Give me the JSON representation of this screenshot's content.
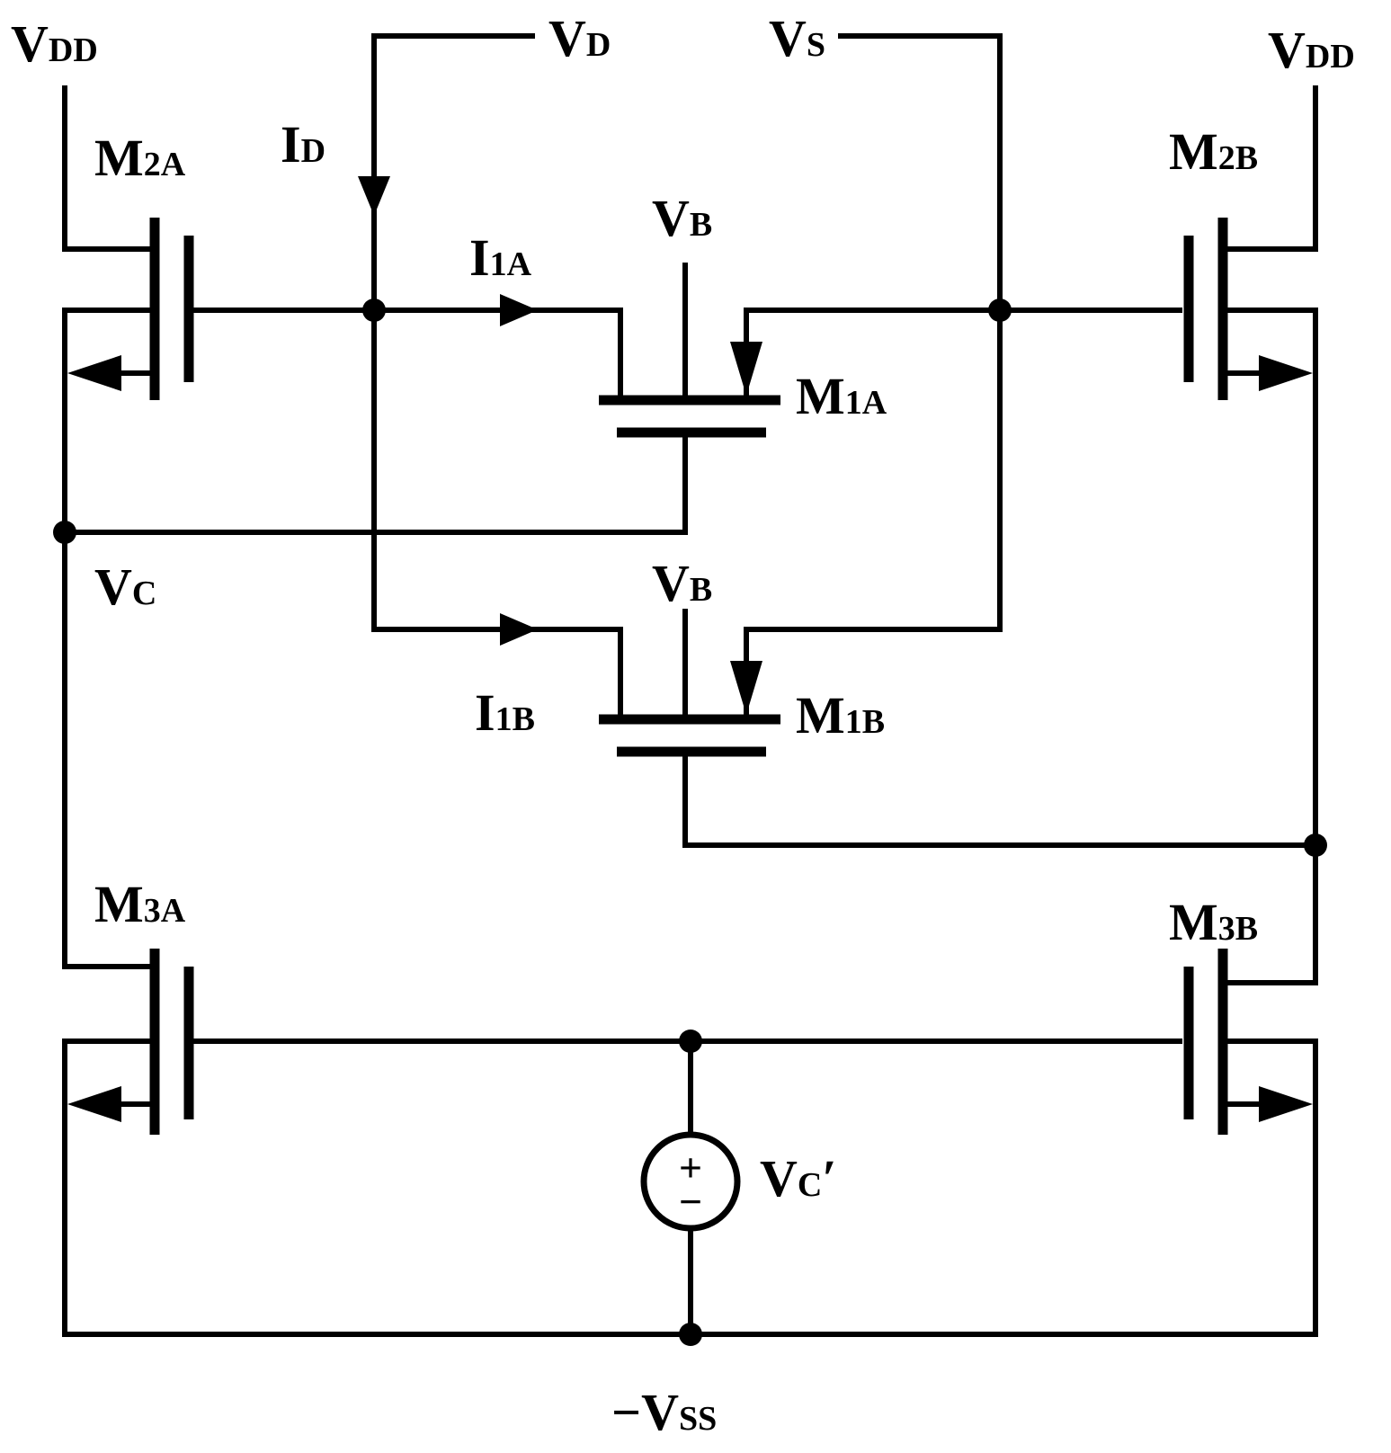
{
  "labels": {
    "vdd_left": {
      "main": "V",
      "sub": "DD"
    },
    "vdd_right": {
      "main": "V",
      "sub": "DD"
    },
    "vd": {
      "main": "V",
      "sub": "D"
    },
    "vs": {
      "main": "V",
      "sub": "S"
    },
    "id": {
      "main": "I",
      "sub": "D"
    },
    "vb_top": {
      "main": "V",
      "sub": "B"
    },
    "vb_bottom": {
      "main": "V",
      "sub": "B"
    },
    "i1a": {
      "main": "I",
      "sub": "1A"
    },
    "i1b": {
      "main": "I",
      "sub": "1B"
    },
    "m1a": {
      "main": "M",
      "sub": "1A"
    },
    "m1b": {
      "main": "M",
      "sub": "1B"
    },
    "m2a": {
      "main": "M",
      "sub": "2A"
    },
    "m2b": {
      "main": "M",
      "sub": "2B"
    },
    "m3a": {
      "main": "M",
      "sub": "3A"
    },
    "m3b": {
      "main": "M",
      "sub": "3B"
    },
    "vc": {
      "main": "V",
      "sub": "C"
    },
    "vc_prime": {
      "main": "V",
      "sub": "C",
      "prime": "′"
    },
    "vss": {
      "minus": "−",
      "main": "V",
      "sub": "SS"
    }
  },
  "source_symbols": {
    "plus": "+",
    "minus": "−"
  },
  "colors": {
    "ink": "#000000",
    "background": "#ffffff"
  }
}
